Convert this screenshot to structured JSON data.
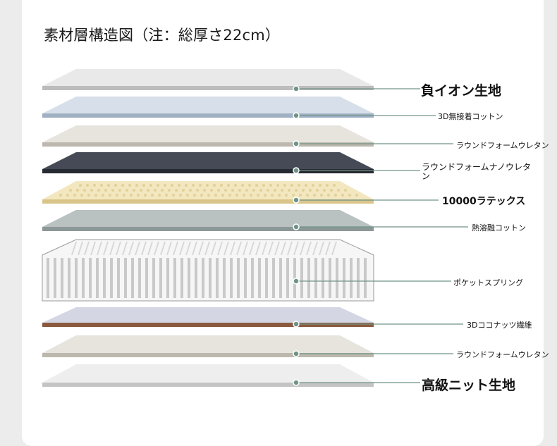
{
  "title": "素材層構造図（注：総厚さ22cm）",
  "layers": [
    {
      "label": "負イオン生地",
      "size": "big",
      "color": "#e9e9e9",
      "edge": "#bcbcbc"
    },
    {
      "label": "3D無接着コットン",
      "size": "sm",
      "color": "#d7e0ea",
      "edge": "#9fb0c3"
    },
    {
      "label": "ラウンドフォームウレタン",
      "size": "sm",
      "color": "#e7e4de",
      "edge": "#bdb8ae"
    },
    {
      "label": "ラウンドフォームナノウレタン",
      "size": "two",
      "color": "#454a56",
      "edge": "#272a31"
    },
    {
      "label": "10000ラテックス",
      "size": "mid",
      "color": "#f3e7c0",
      "edge": "#d9c58a"
    },
    {
      "label": "熱溶融コットン",
      "size": "sm",
      "color": "#b9c1c1",
      "edge": "#8c9797"
    },
    {
      "label": "ポケットスプリング",
      "size": "sm",
      "color": "#f6f6f6",
      "edge": "#9a9a9a"
    },
    {
      "label": "3Dココナッツ繊維",
      "size": "sm",
      "color": "#d4d6e4",
      "edge": "#8a5a3e"
    },
    {
      "label": "ラウンドフォームウレタン",
      "size": "sm",
      "color": "#e7e4de",
      "edge": "#bdb8ae"
    },
    {
      "label": "高級ニット生地",
      "size": "big",
      "color": "#eeeeee",
      "edge": "#c4c4c4"
    }
  ],
  "accent": "#6f9487"
}
